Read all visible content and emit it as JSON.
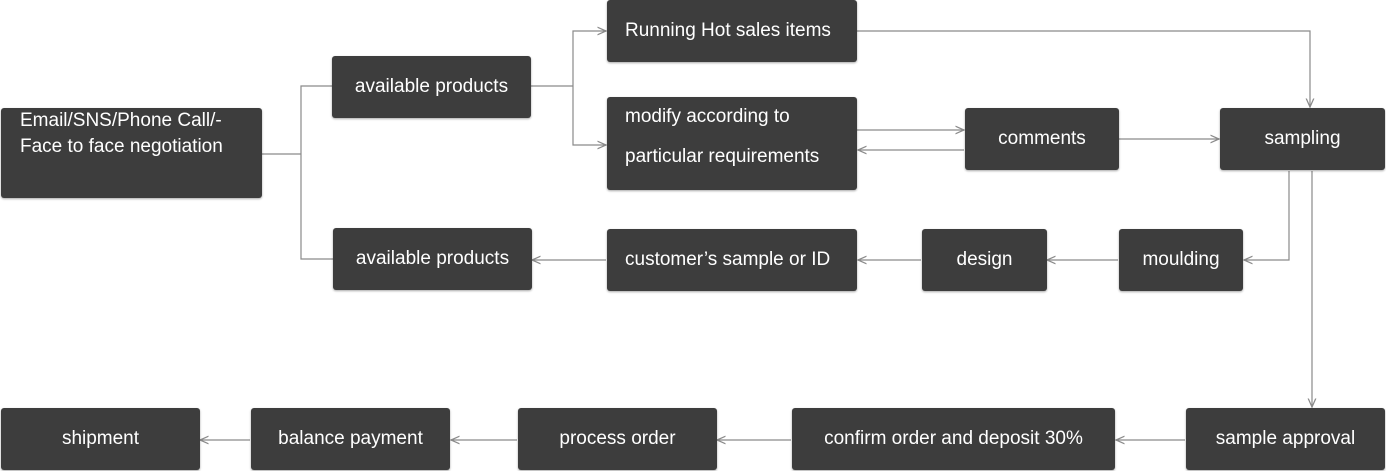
{
  "diagram": {
    "nodes": {
      "negotiation": {
        "line1": "Email/SNS/Phone Call/-",
        "line2": "Face to face negotiation"
      },
      "available_top": "available products",
      "running_hot": "Running Hot sales items",
      "modify": {
        "line1": "modify according to",
        "line2": "particular requirements"
      },
      "comments": "comments",
      "sampling": "sampling",
      "available_bottom": "available products",
      "customer_sample": "customer’s sample or ID",
      "design": "design",
      "moulding": "moulding",
      "sample_approval": "sample approval",
      "confirm_order": "confirm order and deposit 30%",
      "process_order": "process order",
      "balance_payment": "balance payment",
      "shipment": "shipment"
    },
    "colors": {
      "node_fill": "#3d3d3d",
      "node_text": "#ffffff",
      "connector": "#8a8a8a"
    }
  }
}
